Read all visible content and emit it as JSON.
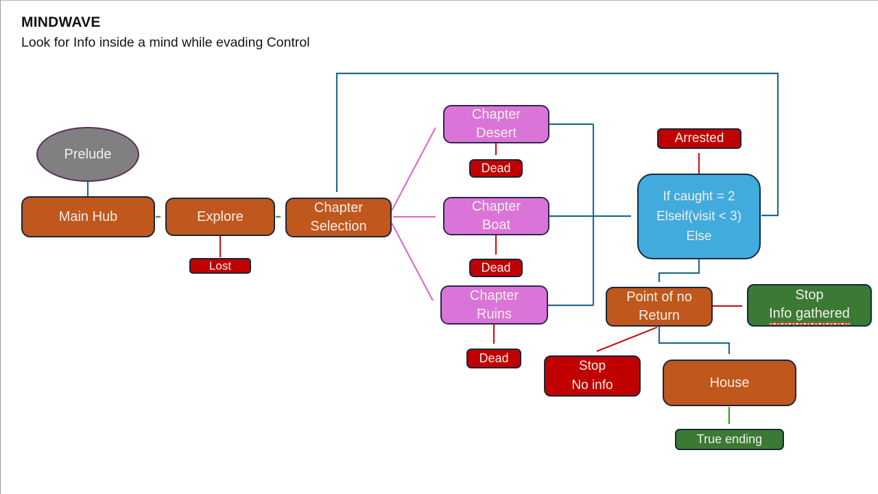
{
  "page": {
    "title": "MINDWAVE",
    "subtitle": "Look for Info inside a mind while evading Control"
  },
  "nodes": {
    "prelude": {
      "label": "Prelude"
    },
    "main_hub": {
      "label": "Main Hub"
    },
    "explore": {
      "label": "Explore"
    },
    "lost": {
      "label": "Lost"
    },
    "chapter_selection": {
      "label": "Chapter\nSelection"
    },
    "chapter_desert": {
      "label": "Chapter\nDesert"
    },
    "chapter_boat": {
      "label": "Chapter\nBoat"
    },
    "chapter_ruins": {
      "label": "Chapter\nRuins"
    },
    "dead_desert": {
      "label": "Dead"
    },
    "dead_boat": {
      "label": "Dead"
    },
    "dead_ruins": {
      "label": "Dead"
    },
    "arrested": {
      "label": "Arrested"
    },
    "decision": {
      "label": "If caught = 2\nElseif(visit < 3)\nElse"
    },
    "point_of_no_return": {
      "label": "Point of no\nReturn"
    },
    "stop_info_gathered": {
      "line1": "Stop",
      "line2": "Info gathered"
    },
    "stop_no_info": {
      "label": "Stop\nNo info"
    },
    "house": {
      "label": "House"
    },
    "true_ending": {
      "label": "True ending"
    }
  },
  "colors": {
    "node_orange": "#c0571c",
    "node_red": "#c00000",
    "node_pink": "#db74d8",
    "node_green": "#3b7a34",
    "node_blue": "#41abde",
    "node_gray": "#808080",
    "line_teal": "#20688e",
    "line_red": "#c81414",
    "line_green": "#3fa02c",
    "line_pink": "#e06acb"
  },
  "connections": [
    {
      "from": "prelude",
      "to": "main_hub",
      "color": "teal"
    },
    {
      "from": "main_hub",
      "to": "explore",
      "color": "green"
    },
    {
      "from": "explore",
      "to": "chapter_selection",
      "color": "green"
    },
    {
      "from": "explore",
      "to": "lost",
      "color": "red"
    },
    {
      "from": "chapter_selection",
      "to": "chapter_desert",
      "color": "pink"
    },
    {
      "from": "chapter_selection",
      "to": "chapter_boat",
      "color": "pink"
    },
    {
      "from": "chapter_selection",
      "to": "chapter_ruins",
      "color": "pink"
    },
    {
      "from": "chapter_desert",
      "to": "dead_desert",
      "color": "red"
    },
    {
      "from": "chapter_boat",
      "to": "dead_boat",
      "color": "red"
    },
    {
      "from": "chapter_ruins",
      "to": "dead_ruins",
      "color": "red"
    },
    {
      "from": "chapter_desert",
      "to": "decision",
      "color": "teal"
    },
    {
      "from": "chapter_boat",
      "to": "decision",
      "color": "teal"
    },
    {
      "from": "chapter_ruins",
      "to": "decision",
      "color": "teal"
    },
    {
      "from": "decision",
      "to": "arrested",
      "color": "red"
    },
    {
      "from": "decision",
      "to": "chapter_selection",
      "color": "teal"
    },
    {
      "from": "decision",
      "to": "point_of_no_return",
      "color": "teal"
    },
    {
      "from": "point_of_no_return",
      "to": "stop_info_gathered",
      "color": "red"
    },
    {
      "from": "point_of_no_return",
      "to": "stop_no_info",
      "color": "red"
    },
    {
      "from": "point_of_no_return",
      "to": "house",
      "color": "teal"
    },
    {
      "from": "house",
      "to": "true_ending",
      "color": "green"
    }
  ]
}
